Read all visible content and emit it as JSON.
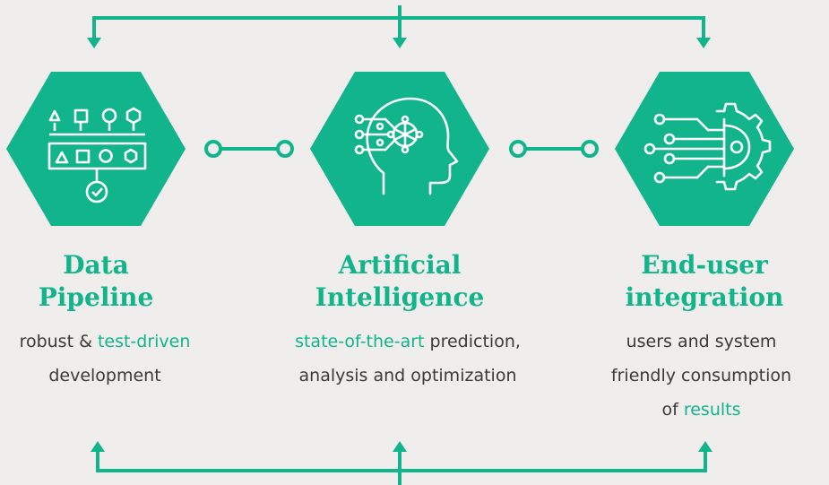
{
  "colors": {
    "accent": "#12b48c",
    "background": "#efeeec",
    "text": "#3a3a3a",
    "icon_stroke": "#ffffff"
  },
  "stages": [
    {
      "icon": "shapes-pipeline-icon",
      "title_lines": [
        "Data",
        "Pipeline"
      ],
      "desc_lines": [
        {
          "before": "robust & ",
          "highlight": "test-driven",
          "after": ""
        },
        {
          "before": "development",
          "highlight": "",
          "after": ""
        }
      ]
    },
    {
      "icon": "ai-head-icon",
      "title_lines": [
        "Artificial",
        "Intelligence"
      ],
      "desc_lines": [
        {
          "before": "",
          "highlight": "state-of-the-art",
          "after": " prediction,"
        },
        {
          "before": "analysis and optimization",
          "highlight": "",
          "after": ""
        }
      ]
    },
    {
      "icon": "circuit-gear-icon",
      "title_lines": [
        "End-user",
        "integration"
      ],
      "desc_lines": [
        {
          "before": "users and system",
          "highlight": "",
          "after": ""
        },
        {
          "before": "friendly consumption",
          "highlight": "",
          "after": ""
        },
        {
          "before": "of ",
          "highlight": "results",
          "after": ""
        }
      ]
    }
  ],
  "connectors": [
    "link-connector-icon",
    "link-connector-icon"
  ],
  "flow_arrows": {
    "top": "down-arrows",
    "bottom": "up-arrows"
  }
}
